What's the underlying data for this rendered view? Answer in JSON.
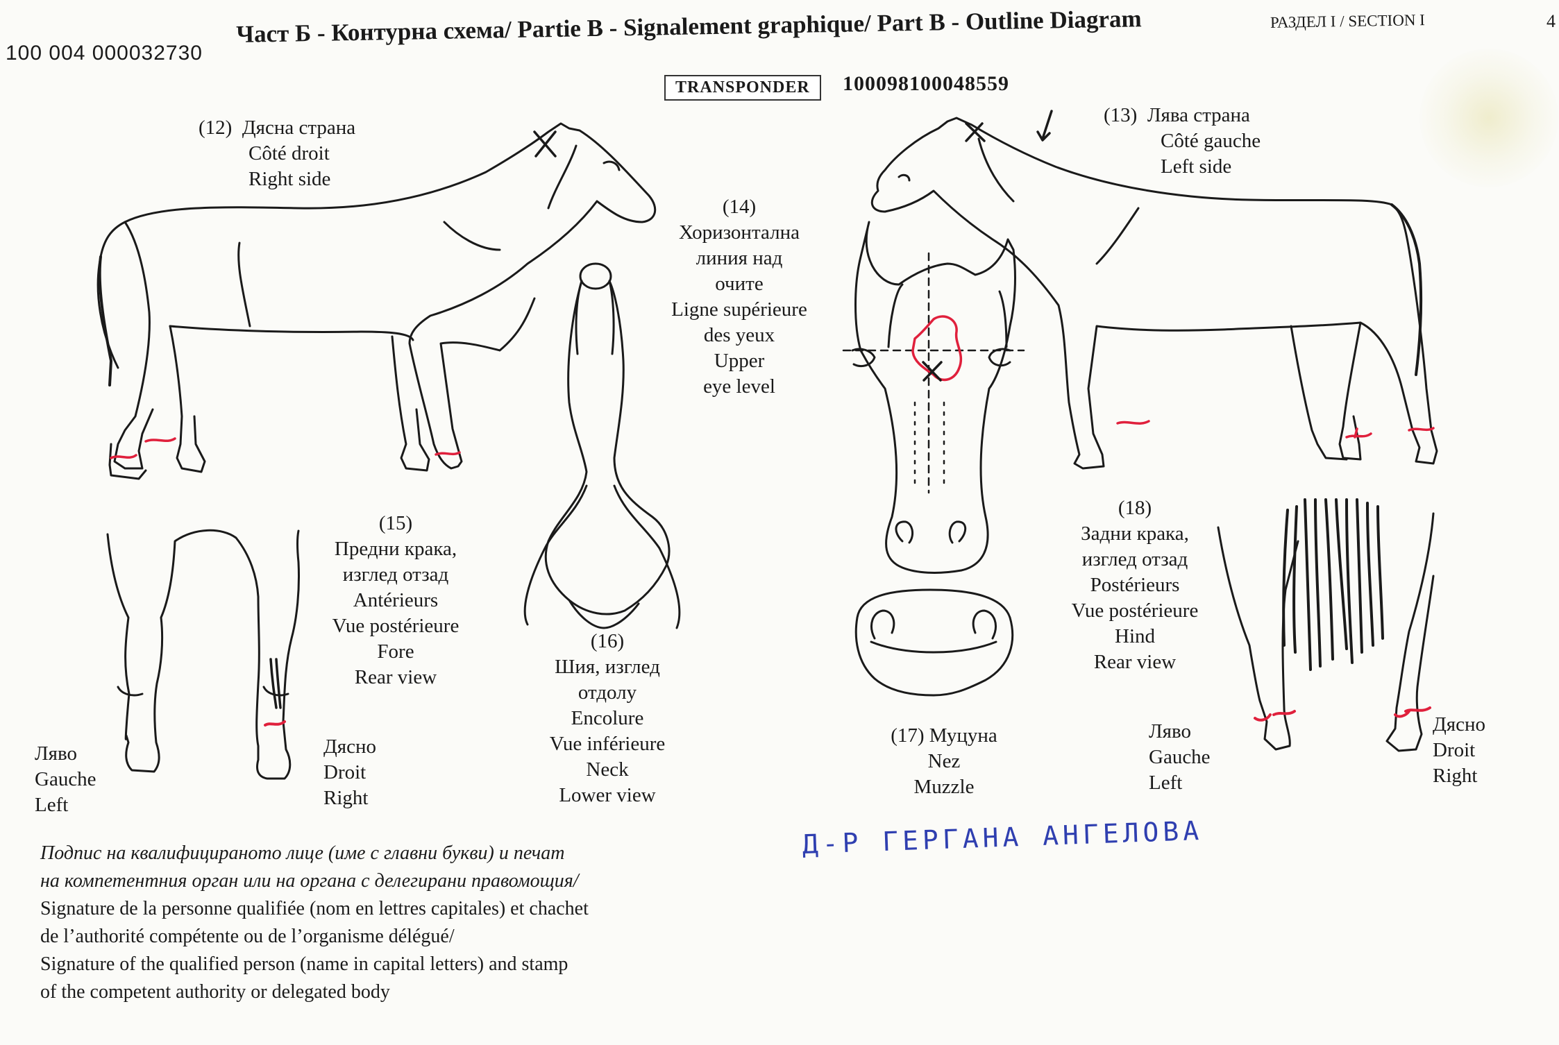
{
  "header": {
    "document_number": "100 004 000032730",
    "title": "Част Б - Контурна схема/ Partie B - Signalement graphique/ Part B - Outline Diagram",
    "section": "РАЗДЕЛ I / SECTION I",
    "page_number": "4"
  },
  "transponder": {
    "label": "TRANSPONDER",
    "number": "100098100048559"
  },
  "views": {
    "right_side": {
      "num": "(12)",
      "bg": "Дясна страна",
      "fr": "Côté droit",
      "en": "Right side"
    },
    "left_side": {
      "num": "(13)",
      "bg": "Лява страна",
      "fr": "Côté gauche",
      "en": "Left side"
    },
    "eye_level": {
      "num": "(14)",
      "bg1": "Хоризонтална",
      "bg2": "линия над",
      "bg3": "очите",
      "fr1": "Ligne supérieure",
      "fr2": "des yeux",
      "en1": "Upper",
      "en2": "eye level"
    },
    "forelegs": {
      "num": "(15)",
      "bg1": "Предни крака,",
      "bg2": "изглед отзад",
      "fr1": "Antérieurs",
      "fr2": "Vue postérieure",
      "en1": "Fore",
      "en2": "Rear view"
    },
    "neck": {
      "num": "(16)",
      "bg1": "Шия, изглед",
      "bg2": "отдолу",
      "fr1": "Encolure",
      "fr2": "Vue inférieure",
      "en1": "Neck",
      "en2": "Lower view"
    },
    "muzzle": {
      "label": "(17) Муцуна",
      "fr": "Nez",
      "en": "Muzzle"
    },
    "hindlegs": {
      "num": "(18)",
      "bg1": "Задни крака,",
      "bg2": "изглед отзад",
      "fr1": "Postérieurs",
      "fr2": "Vue postérieure",
      "en1": "Hind",
      "en2": "Rear view"
    }
  },
  "leg_labels": {
    "fore_left": {
      "bg": "Ляво",
      "fr": "Gauche",
      "en": "Left"
    },
    "fore_right": {
      "bg": "Дясно",
      "fr": "Droit",
      "en": "Right"
    },
    "hind_left": {
      "bg": "Ляво",
      "fr": "Gauche",
      "en": "Left"
    },
    "hind_right": {
      "bg": "Дясно",
      "fr": "Droit",
      "en": "Right"
    }
  },
  "signature": {
    "line1": "Подпис на квалифицираното лице (име с главни букви) и печат",
    "line2": "на компетентния орган или на органа с делегирани правомощия/",
    "line3": "Signature de la personne qualifiée (nom en lettres capitales) et chachet",
    "line4": "de l’authorité compétente ou de l’organisme délégué/",
    "line5": "Signature of the qualified person (name in capital letters) and stamp",
    "line6": "of the competent authority or delegated body",
    "handwritten_name": "Д-Р ГЕРГАНА АНГЕЛОВА"
  },
  "colors": {
    "ink": "#1a1a1a",
    "marking_red": "#e0203c",
    "handwriting_blue": "#2f3fb0",
    "paper": "#fbfbf8"
  }
}
